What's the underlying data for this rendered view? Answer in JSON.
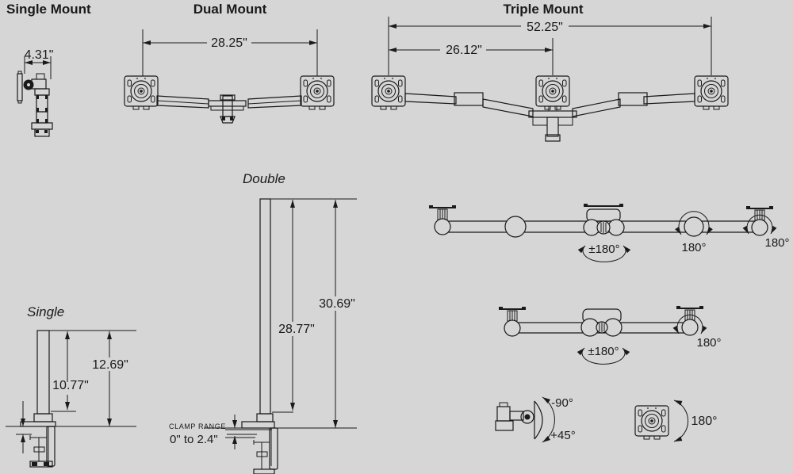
{
  "colors": {
    "background": "#d6d6d6",
    "line": "#1a1a1a"
  },
  "sections": {
    "single_mount": {
      "title": "Single Mount",
      "depth_dim": "4.31\""
    },
    "dual_mount": {
      "title": "Dual Mount",
      "width_dim": "28.25\""
    },
    "triple_mount": {
      "title": "Triple Mount",
      "overall_width_dim": "52.25\"",
      "left_to_center_dim": "26.12\""
    },
    "single_pole": {
      "label": "Single",
      "total_height_dim": "12.69\"",
      "pole_height_dim": "10.77\""
    },
    "double_pole": {
      "label": "Double",
      "total_height_dim": "30.69\"",
      "pole_height_dim": "28.77\"",
      "clamp_range_label": "CLAMP RANGE",
      "clamp_range_value": "0\" to 2.4\""
    },
    "triple_top_view": {
      "center_rotation": "±180°",
      "joint_rotation": "180°",
      "head_rotation": "180°"
    },
    "dual_top_view": {
      "center_rotation": "±180°",
      "head_rotation": "180°"
    },
    "tilt_view": {
      "tilt_up": "-90°",
      "tilt_down": "+45°"
    },
    "head_rotation_view": {
      "rotation": "180°"
    }
  }
}
